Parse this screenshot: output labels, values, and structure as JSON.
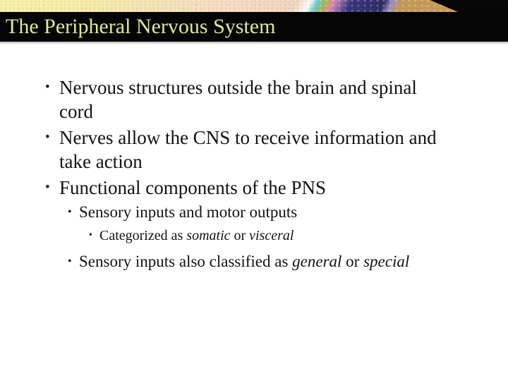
{
  "slide": {
    "title": "The Peripheral Nervous System",
    "bullet_glyph": "•",
    "bullets": [
      {
        "level": 1,
        "segments": [
          {
            "text": "Nervous structures outside the brain and spinal\ncord"
          }
        ]
      },
      {
        "level": 1,
        "segments": [
          {
            "text": "Nerves allow the CNS to receive information and\ntake action"
          }
        ]
      },
      {
        "level": 1,
        "segments": [
          {
            "text": "Functional components of the PNS"
          }
        ]
      },
      {
        "level": 2,
        "segments": [
          {
            "text": "Sensory inputs and motor outputs"
          }
        ]
      },
      {
        "level": 3,
        "segments": [
          {
            "text": "Categorized as "
          },
          {
            "text": "somatic",
            "italic": true
          },
          {
            "text": " or "
          },
          {
            "text": "visceral",
            "italic": true
          }
        ]
      },
      {
        "level": 2,
        "late": true,
        "segments": [
          {
            "text": "Sensory inputs also classified as "
          },
          {
            "text": "general",
            "italic": true
          },
          {
            "text": " or "
          },
          {
            "text": "special",
            "italic": true
          }
        ]
      }
    ]
  },
  "colors": {
    "title_text": "#dcec90",
    "bar_background": "#050505",
    "body_text": "#121212",
    "banner_palette": "#f8f1a6 #f2e3b6 #f6dcc4 #ffffff #62ccce #aeb648 #e089ae #8e6cae #2b2b66 #c39a55 #060606"
  }
}
